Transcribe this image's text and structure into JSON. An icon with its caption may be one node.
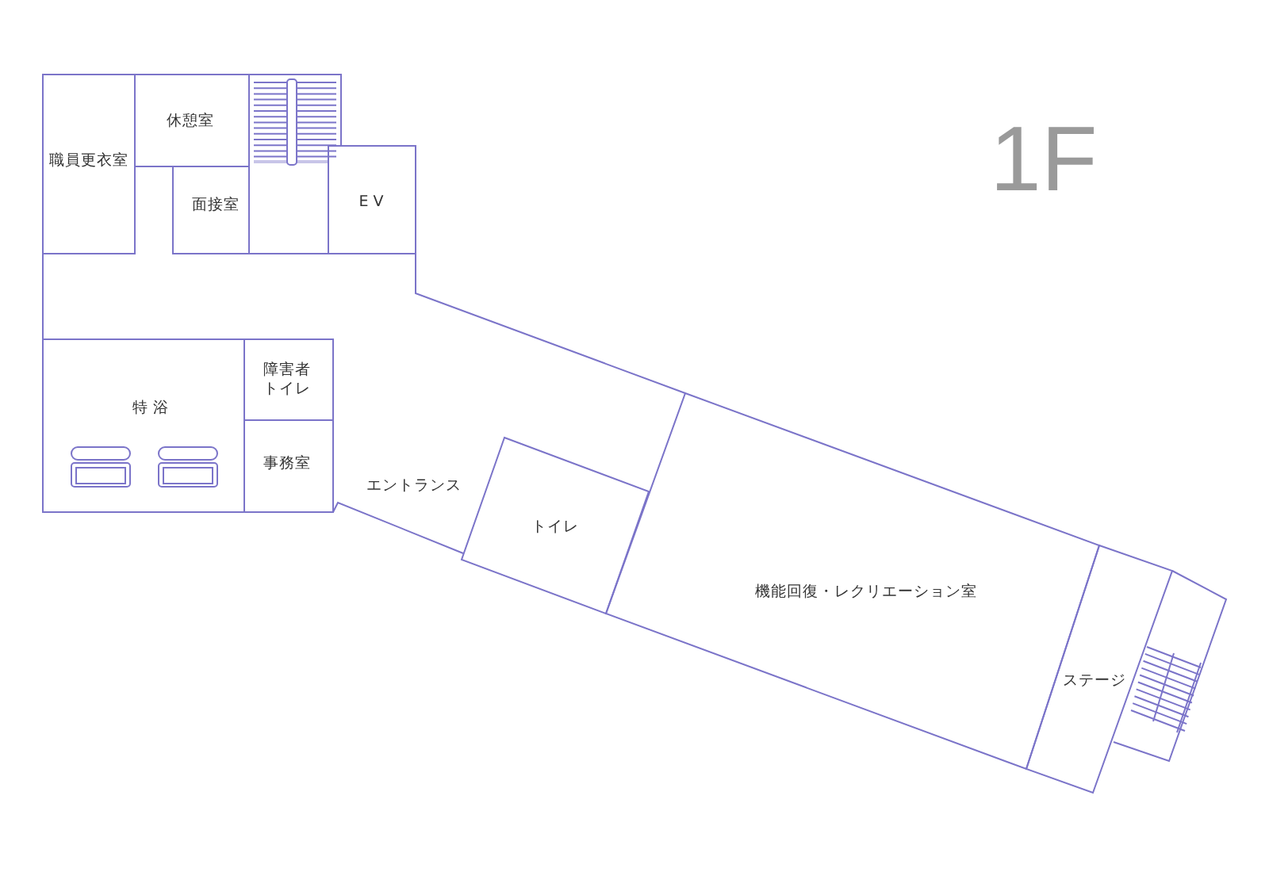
{
  "diagram": {
    "title": "1F",
    "nodes": [
      {
        "text": [
          "職員更衣室"
        ]
      },
      {
        "text": [
          "休憩室"
        ]
      },
      {
        "text": [
          "面接室"
        ]
      },
      {
        "text": [
          "E V"
        ]
      },
      {
        "text": [
          "特 浴"
        ]
      },
      {
        "text": [
          "障害者トイレ"
        ]
      },
      {
        "text": [
          "事務室"
        ]
      },
      {
        "text": [
          "トイレ"
        ]
      },
      {
        "text": [
          "機能回復・レクリエーション室"
        ]
      },
      {
        "text": [
          "ステージ"
        ]
      }
    ],
    "labels": [
      "エントランス"
    ]
  }
}
